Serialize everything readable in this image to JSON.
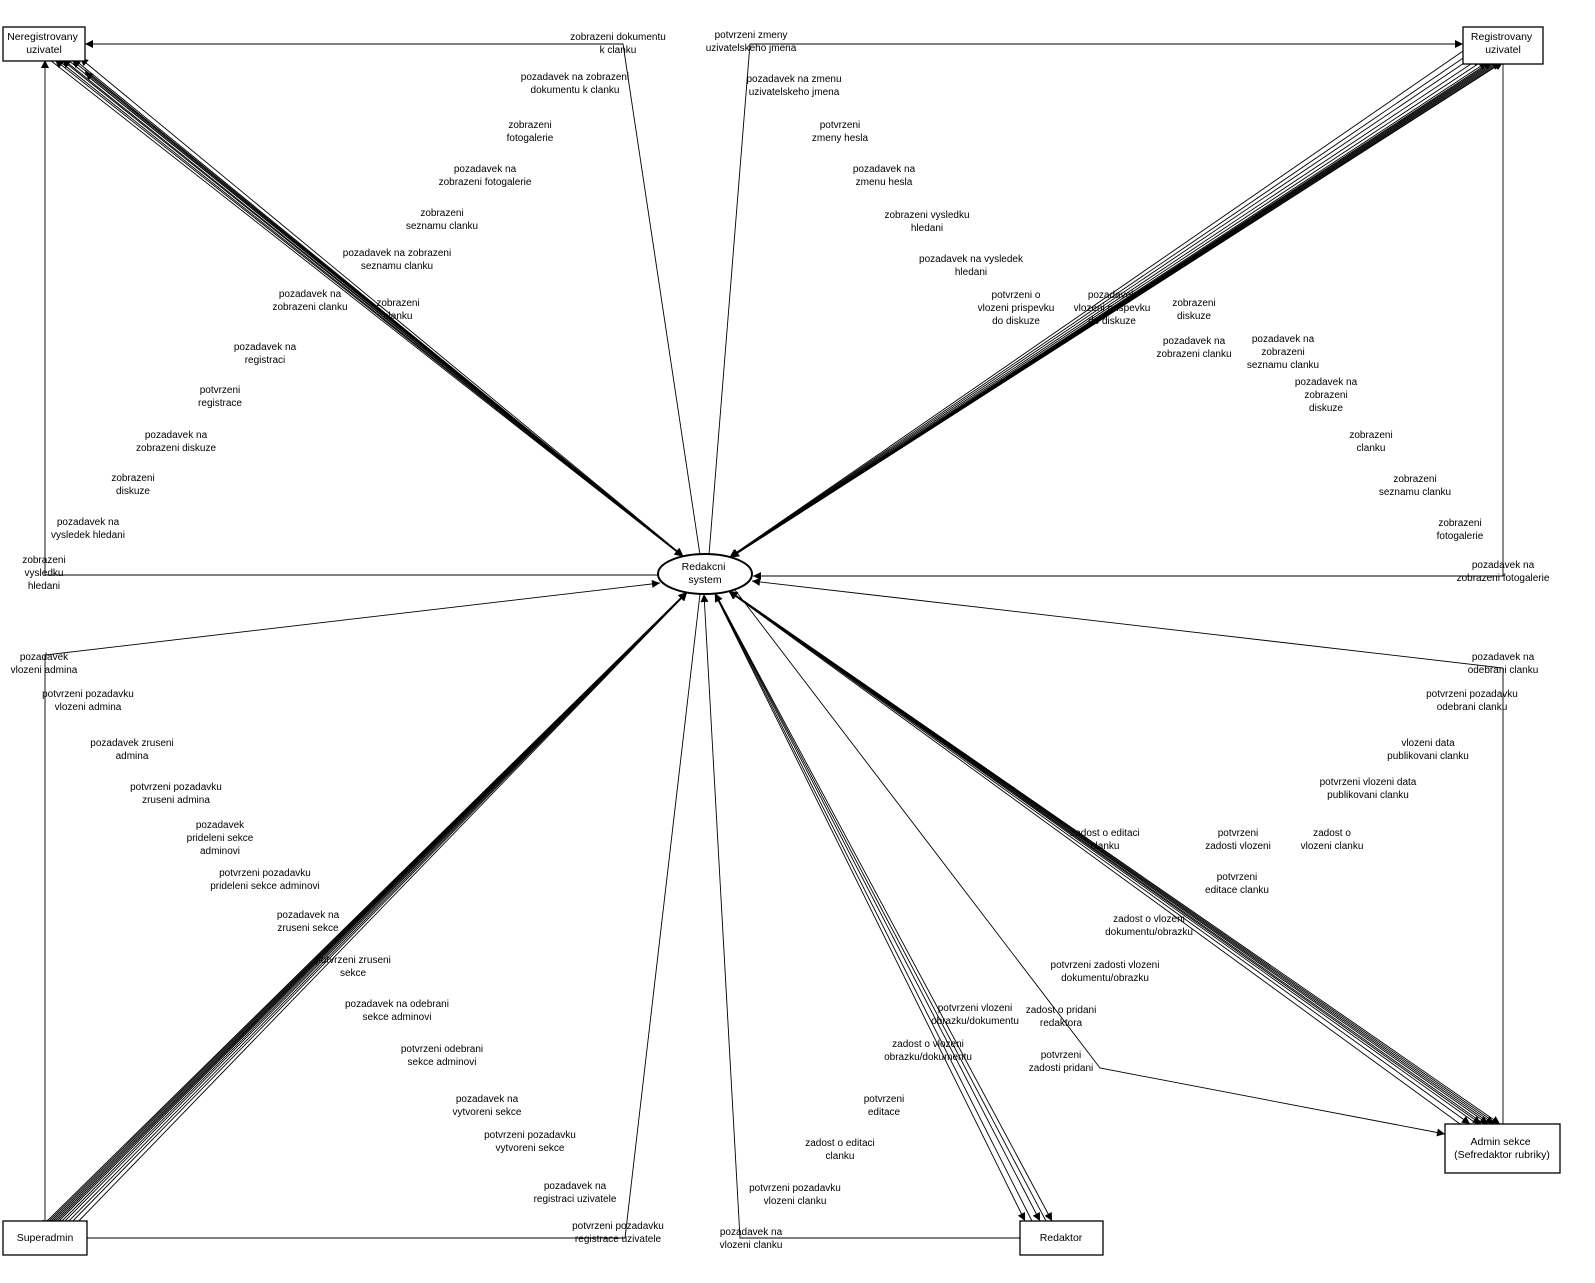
{
  "nodes": {
    "center": {
      "lines": [
        "Redakcni",
        "system"
      ]
    },
    "neregistrovany": {
      "lines": [
        "Neregistrovany",
        "uzivatel"
      ]
    },
    "registrovany": {
      "lines": [
        "Registrovany",
        "uzivatel"
      ]
    },
    "superadmin": {
      "lines": [
        "Superadmin"
      ]
    },
    "redaktor": {
      "lines": [
        "Redaktor"
      ]
    },
    "admin_sekce": {
      "lines": [
        "Admin sekce",
        "(Sefredaktor rubriky)"
      ]
    }
  },
  "flows": {
    "neregistrovany": [
      {
        "label": [
          "zobrazeni dokumentu",
          "k clanku"
        ],
        "dir": "to_actor"
      },
      {
        "label": [
          "pozadavek na zobrazeni",
          "dokumentu k clanku"
        ],
        "dir": "to_system"
      },
      {
        "label": [
          "zobrazeni",
          "fotogalerie"
        ],
        "dir": "to_actor"
      },
      {
        "label": [
          "pozadavek na",
          "zobrazeni fotogalerie"
        ],
        "dir": "to_system"
      },
      {
        "label": [
          "zobrazeni",
          "seznamu clanku"
        ],
        "dir": "to_actor"
      },
      {
        "label": [
          "pozadavek na zobrazeni",
          "seznamu clanku"
        ],
        "dir": "to_system"
      },
      {
        "label": [
          "zobrazeni",
          "clanku"
        ],
        "dir": "to_actor"
      },
      {
        "label": [
          "pozadavek na",
          "zobrazeni clanku"
        ],
        "dir": "to_system"
      },
      {
        "label": [
          "pozadavek na",
          "registraci"
        ],
        "dir": "to_system"
      },
      {
        "label": [
          "potvrzeni",
          "registrace"
        ],
        "dir": "to_actor"
      },
      {
        "label": [
          "pozadavek na",
          "zobrazeni diskuze"
        ],
        "dir": "to_system"
      },
      {
        "label": [
          "zobrazeni",
          "diskuze"
        ],
        "dir": "to_actor"
      },
      {
        "label": [
          "pozadavek na",
          "vysledek hledani"
        ],
        "dir": "to_system"
      },
      {
        "label": [
          "zobrazeni",
          "vysledku",
          "hledani"
        ],
        "dir": "to_actor"
      }
    ],
    "registrovany": [
      {
        "label": [
          "potvrzeni zmeny",
          "uzivatelskeho jmena"
        ],
        "dir": "to_actor"
      },
      {
        "label": [
          "pozadavek na zmenu",
          "uzivatelskeho jmena"
        ],
        "dir": "to_system"
      },
      {
        "label": [
          "potvrzeni",
          "zmeny hesla"
        ],
        "dir": "to_actor"
      },
      {
        "label": [
          "pozadavek na",
          "zmenu hesla"
        ],
        "dir": "to_system"
      },
      {
        "label": [
          "zobrazeni vysledku",
          "hledani"
        ],
        "dir": "to_actor"
      },
      {
        "label": [
          "pozadavek na vysledek",
          "hledani"
        ],
        "dir": "to_system"
      },
      {
        "label": [
          "potvrzeni o",
          "vlozeni prispevku",
          "do diskuze"
        ],
        "dir": "to_actor"
      },
      {
        "label": [
          "pozadavek",
          "vlozeni prispevku",
          "do diskuze"
        ],
        "dir": "to_system"
      },
      {
        "label": [
          "zobrazeni",
          "diskuze"
        ],
        "dir": "to_actor"
      },
      {
        "label": [
          "pozadavek na",
          "zobrazeni clanku"
        ],
        "dir": "to_system"
      },
      {
        "label": [
          "pozadavek na",
          "zobrazeni",
          "seznamu clanku"
        ],
        "dir": "to_system"
      },
      {
        "label": [
          "pozadavek na",
          "zobrazeni",
          "diskuze"
        ],
        "dir": "to_system"
      },
      {
        "label": [
          "zobrazeni",
          "clanku"
        ],
        "dir": "to_actor"
      },
      {
        "label": [
          "zobrazeni",
          "seznamu clanku"
        ],
        "dir": "to_actor"
      },
      {
        "label": [
          "zobrazeni",
          "fotogalerie"
        ],
        "dir": "to_actor"
      },
      {
        "label": [
          "pozadavek na",
          "zobrazeni fotogalerie"
        ],
        "dir": "to_system"
      }
    ],
    "superadmin": [
      {
        "label": [
          "pozadavek",
          "vlozeni admina"
        ],
        "dir": "to_system"
      },
      {
        "label": [
          "potvrzeni pozadavku",
          "vlozeni admina"
        ],
        "dir": "to_actor"
      },
      {
        "label": [
          "pozadavek zruseni",
          "admina"
        ],
        "dir": "to_system"
      },
      {
        "label": [
          "potvrzeni pozadavku",
          "zruseni admina"
        ],
        "dir": "to_actor"
      },
      {
        "label": [
          "pozadavek",
          "prideleni sekce",
          "adminovi"
        ],
        "dir": "to_system"
      },
      {
        "label": [
          "potvrzeni pozadavku",
          "prideleni sekce adminovi"
        ],
        "dir": "to_actor"
      },
      {
        "label": [
          "pozadavek na",
          "zruseni sekce"
        ],
        "dir": "to_system"
      },
      {
        "label": [
          "potvrzeni zruseni",
          "sekce"
        ],
        "dir": "to_actor"
      },
      {
        "label": [
          "pozadavek na odebrani",
          "sekce adminovi"
        ],
        "dir": "to_system"
      },
      {
        "label": [
          "potvrzeni odebrani",
          "sekce adminovi"
        ],
        "dir": "to_actor"
      },
      {
        "label": [
          "pozadavek na",
          "vytvoreni sekce"
        ],
        "dir": "to_system"
      },
      {
        "label": [
          "potvrzeni pozadavku",
          "vytvoreni sekce"
        ],
        "dir": "to_actor"
      },
      {
        "label": [
          "pozadavek na",
          "registraci uzivatele"
        ],
        "dir": "to_system"
      },
      {
        "label": [
          "potvrzeni pozadavku",
          "registrace uzivatele"
        ],
        "dir": "to_actor"
      }
    ],
    "redaktor": [
      {
        "label": [
          "potvrzeni vlozeni",
          "obrazku/dokumentu"
        ],
        "dir": "to_actor"
      },
      {
        "label": [
          "zadost o vlozeni",
          "obrazku/dokumentu"
        ],
        "dir": "to_system"
      },
      {
        "label": [
          "potvrzeni",
          "editace"
        ],
        "dir": "to_actor"
      },
      {
        "label": [
          "zadost o editaci",
          "clanku"
        ],
        "dir": "to_system"
      },
      {
        "label": [
          "potvrzeni pozadavku",
          "vlozeni clanku"
        ],
        "dir": "to_actor"
      },
      {
        "label": [
          "pozadavek na",
          "vlozeni clanku"
        ],
        "dir": "to_system"
      }
    ],
    "admin_sekce": [
      {
        "label": [
          "pozadavek na",
          "odebrani clanku"
        ],
        "dir": "to_system"
      },
      {
        "label": [
          "potvrzeni pozadavku",
          "odebrani clanku"
        ],
        "dir": "to_actor"
      },
      {
        "label": [
          "vlozeni data",
          "publikovani clanku"
        ],
        "dir": "to_system"
      },
      {
        "label": [
          "potvrzeni vlozeni data",
          "publikovani clanku"
        ],
        "dir": "to_actor"
      },
      {
        "label": [
          "zadost o",
          "vlozeni clanku"
        ],
        "dir": "to_system"
      },
      {
        "label": [
          "potvrzeni",
          "zadosti vlozeni"
        ],
        "dir": "to_actor"
      },
      {
        "label": [
          "zadost o editaci",
          "clanku"
        ],
        "dir": "to_system"
      },
      {
        "label": [
          "potvrzeni",
          "editace clanku"
        ],
        "dir": "to_actor"
      },
      {
        "label": [
          "zadost o vlozeni",
          "dokumentu/obrazku"
        ],
        "dir": "to_system"
      },
      {
        "label": [
          "potvrzeni zadosti vlozeni",
          "dokumentu/obrazku"
        ],
        "dir": "to_actor"
      },
      {
        "label": [
          "zadost o pridani",
          "redaktora"
        ],
        "dir": "to_system"
      },
      {
        "label": [
          "potvrzeni",
          "zadosti pridani"
        ],
        "dir": "to_actor"
      }
    ]
  }
}
